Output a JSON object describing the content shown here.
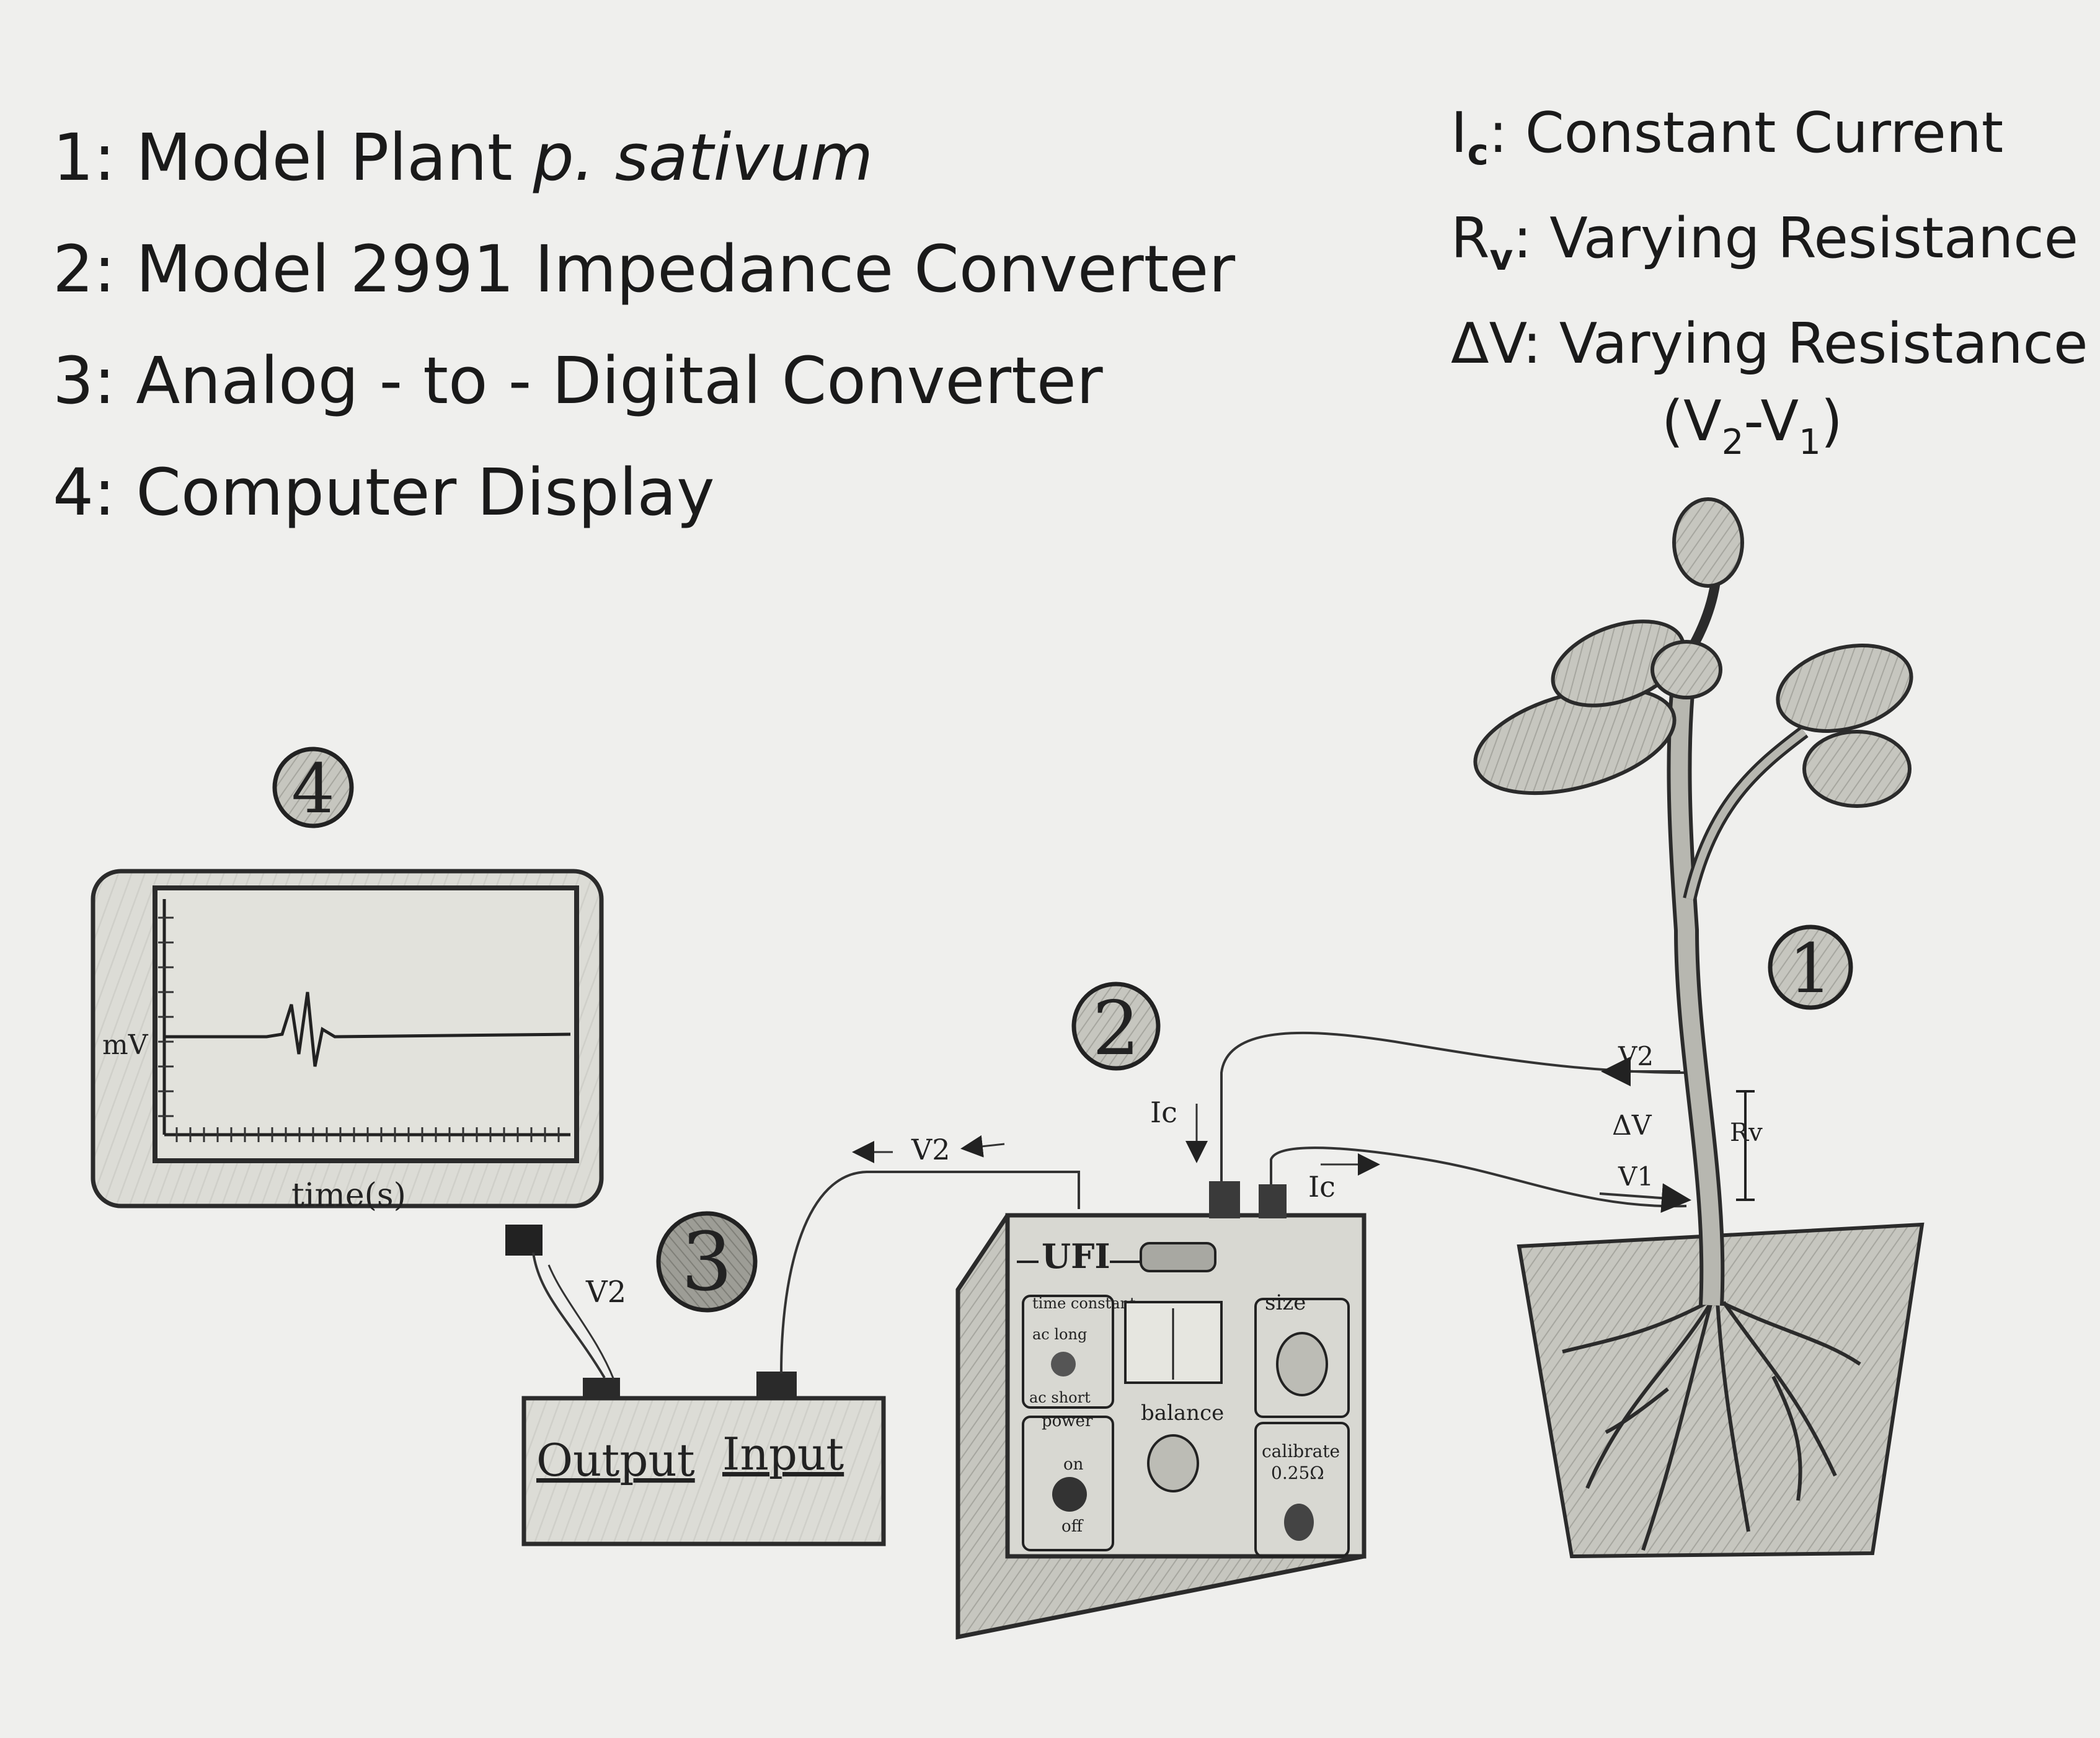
{
  "legend": {
    "items": [
      {
        "number": "1: ",
        "text": "Model Plant ",
        "italic": "p. sativum"
      },
      {
        "number": "2: ",
        "text": "Model 2991 Impedance Converter",
        "italic": ""
      },
      {
        "number": "3: ",
        "text": "Analog - to - Digital Converter",
        "italic": ""
      },
      {
        "number": "4: ",
        "text": "Computer Display",
        "italic": ""
      }
    ]
  },
  "symbols": {
    "ic": {
      "base": "I",
      "sub": "c",
      "text": ": Constant Current"
    },
    "rv": {
      "base": "R",
      "sub": "v",
      "text": ": Varying Resistance"
    },
    "dv": {
      "text": "ΔV: Varying Resistance",
      "formula_open": "(V",
      "sub1": "2",
      "dash": "-V",
      "sub2": "1",
      "formula_close": ")"
    }
  },
  "markers": {
    "plant": "1",
    "converter": "2",
    "adc": "3",
    "display": "4"
  },
  "display": {
    "ylabel": "mV",
    "xlabel": "time(s)"
  },
  "adc": {
    "output_label": "Output",
    "input_label": "Input",
    "signal_label": "V2"
  },
  "converter": {
    "brand": "UFI",
    "time_constant": "time constant",
    "ac_long": "ac long",
    "ac_short": "ac short",
    "power": "power",
    "on": "on",
    "off": "off",
    "balance": "balance",
    "size": "size",
    "calibrate": "calibrate",
    "calibrate_value": "0.25Ω"
  },
  "wires": {
    "v2": "V2",
    "ic": "Ic",
    "v1": "V1",
    "dv": "ΔV",
    "rv": "Rv"
  },
  "colors": {
    "background": "#efefed",
    "pencil": "#2b2b2b",
    "fill": "#c9c9c3",
    "fill_dark": "#a9a9a2"
  }
}
